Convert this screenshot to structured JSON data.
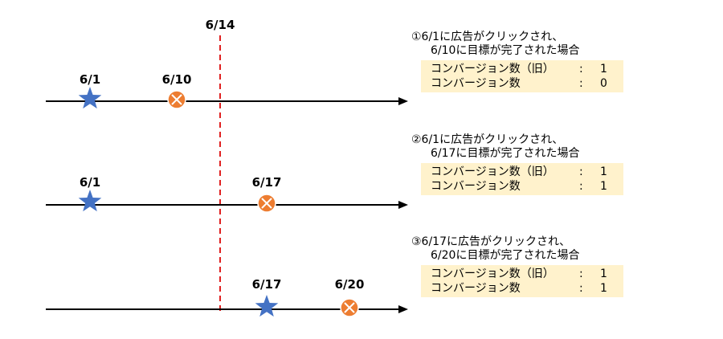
{
  "divider_label": "6/14",
  "scenarios": [
    {
      "title_line1": "①6/1に広告がクリックされ、",
      "title_line2": "6/10に目標が完了された場合",
      "star_label": "6/1",
      "goal_label": "6/10",
      "rows": [
        {
          "key": "コンバージョン数（旧）",
          "sep": ":",
          "value": "1"
        },
        {
          "key": "コンバージョン数",
          "sep": ":",
          "value": "0"
        }
      ]
    },
    {
      "title_line1": "②6/1に広告がクリックされ、",
      "title_line2": "6/17に目標が完了された場合",
      "star_label": "6/1",
      "goal_label": "6/17",
      "rows": [
        {
          "key": "コンバージョン数（旧）",
          "sep": ":",
          "value": "1"
        },
        {
          "key": "コンバージョン数",
          "sep": ":",
          "value": "1"
        }
      ]
    },
    {
      "title_line1": "③6/17に広告がクリックされ、",
      "title_line2": "6/20に目標が完了された場合",
      "star_label": "6/17",
      "goal_label": "6/20",
      "rows": [
        {
          "key": "コンバージョン数（旧）",
          "sep": ":",
          "value": "1"
        },
        {
          "key": "コンバージョン数",
          "sep": ":",
          "value": "1"
        }
      ]
    }
  ],
  "colors": {
    "divider": "#e02020",
    "star": "#4472c4",
    "goal_marker": "#ed7d31",
    "info_box": "#fff2cc",
    "axis": "#000000"
  },
  "icons": {
    "click_marker": "star-icon",
    "goal_marker": "circle-x-icon"
  }
}
